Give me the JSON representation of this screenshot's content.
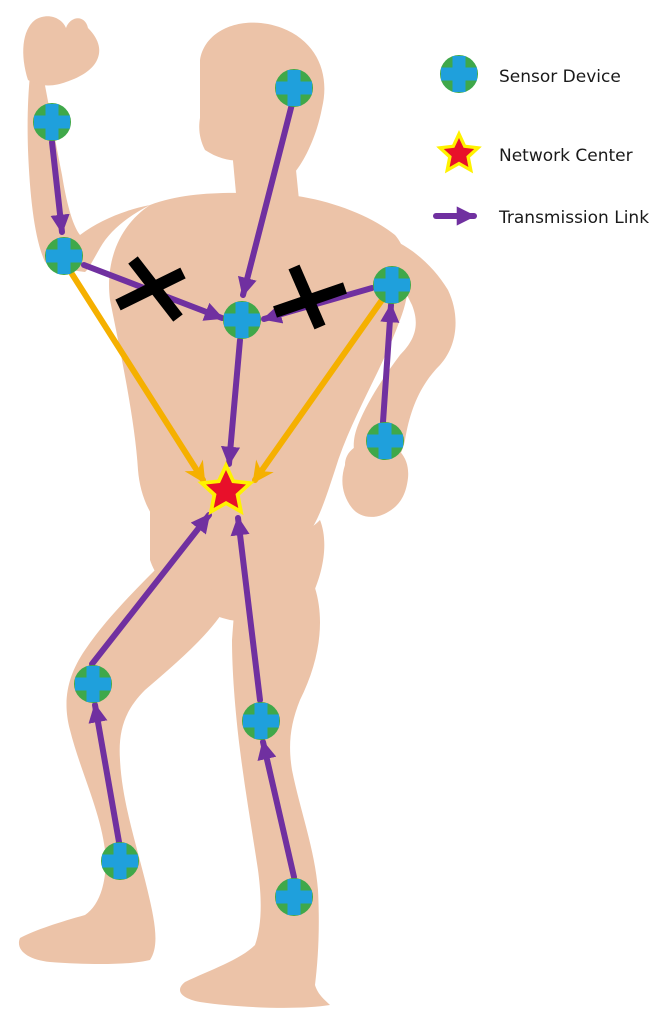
{
  "legend": {
    "sensor_label": "Sensor Device",
    "center_label": "Network Center",
    "link_label": "Transmission Link"
  },
  "colors": {
    "skin": "#ecc3a8",
    "sensor_ring": "#3fa84a",
    "sensor_cross": "#1fa0dc",
    "star_fill": "#e8102a",
    "star_halo": "#fff200",
    "link": "#7030a0",
    "direct_link": "#f5b000",
    "blocked_mark": "#000000"
  },
  "nodes": {
    "sensors": [
      "head",
      "right-wrist",
      "right-elbow",
      "chest",
      "left-shoulder",
      "left-wrist",
      "right-knee",
      "right-ankle",
      "left-knee",
      "left-ankle"
    ],
    "center": "network-center"
  },
  "links": {
    "transmission": [
      {
        "from": "head",
        "to": "chest"
      },
      {
        "from": "right-wrist",
        "to": "right-elbow"
      },
      {
        "from": "right-elbow",
        "to": "chest",
        "blocked": true
      },
      {
        "from": "left-shoulder",
        "to": "chest",
        "blocked": true
      },
      {
        "from": "left-wrist",
        "to": "left-shoulder"
      },
      {
        "from": "chest",
        "to": "network-center"
      },
      {
        "from": "right-ankle",
        "to": "right-knee"
      },
      {
        "from": "right-knee",
        "to": "network-center"
      },
      {
        "from": "left-ankle",
        "to": "left-knee"
      },
      {
        "from": "left-knee",
        "to": "network-center"
      }
    ],
    "direct": [
      {
        "from": "right-elbow",
        "to": "network-center"
      },
      {
        "from": "left-shoulder",
        "to": "network-center"
      }
    ]
  }
}
